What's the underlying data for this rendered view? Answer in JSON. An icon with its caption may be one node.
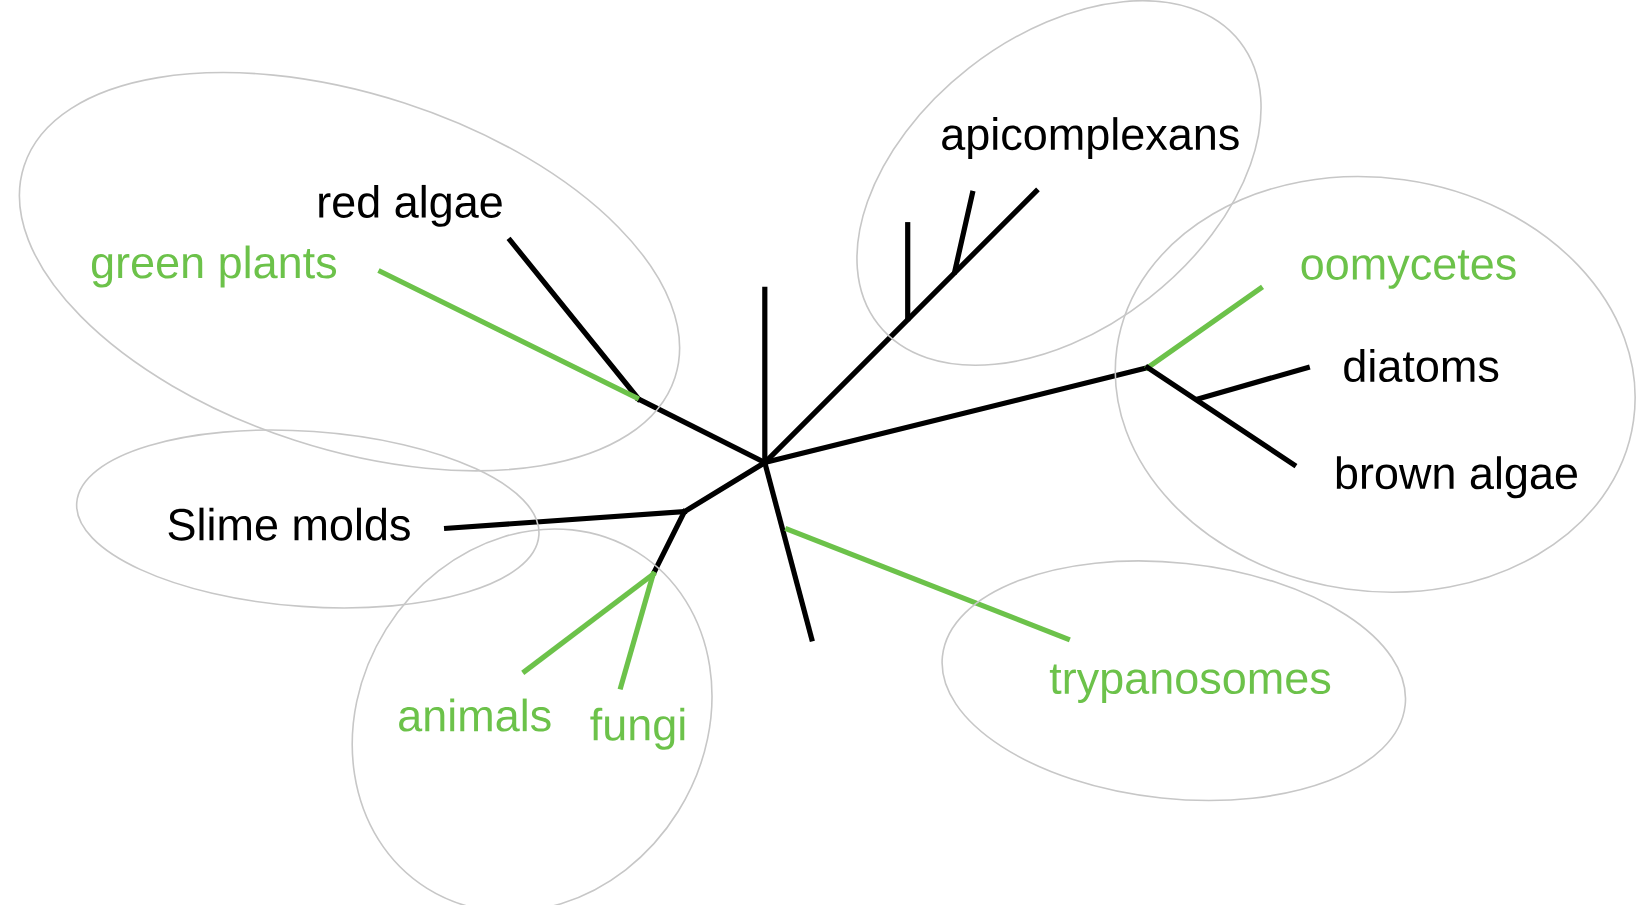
{
  "diagram": {
    "nodes": [
      {
        "text": [
          "apicomplexans"
        ]
      },
      {
        "text": [
          "red algae",
          "green plants"
        ]
      },
      {
        "text": [
          "oomycetes",
          "diatoms",
          "brown algae"
        ]
      },
      {
        "text": [
          "Slime molds"
        ]
      },
      {
        "text": [
          "animals",
          "fungi"
        ]
      },
      {
        "text": [
          "trypanosomes"
        ]
      }
    ]
  }
}
